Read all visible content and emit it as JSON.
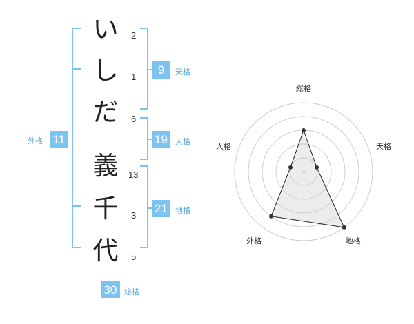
{
  "name": {
    "chars": [
      {
        "char": "い",
        "strokes": "2"
      },
      {
        "char": "し",
        "strokes": "1"
      },
      {
        "char": "だ",
        "strokes": "6"
      },
      {
        "char": "義",
        "strokes": "13"
      },
      {
        "char": "千",
        "strokes": "3"
      },
      {
        "char": "代",
        "strokes": "5"
      }
    ]
  },
  "kaku": {
    "tenkaku": {
      "value": "9",
      "label": "天格"
    },
    "jinkaku": {
      "value": "19",
      "label": "人格"
    },
    "chikaku": {
      "value": "21",
      "label": "地格"
    },
    "gaikaku": {
      "value": "11",
      "label": "外格"
    },
    "soukaku": {
      "value": "30",
      "label": "総格"
    }
  },
  "colors": {
    "accent": "#7cc4ef",
    "text": "#222222"
  },
  "chart_data": {
    "type": "radar",
    "axes": [
      "総格",
      "天格",
      "地格",
      "外格",
      "人格"
    ],
    "values": [
      3,
      1,
      5,
      4,
      1
    ],
    "rmax": 5,
    "rings": 5
  }
}
